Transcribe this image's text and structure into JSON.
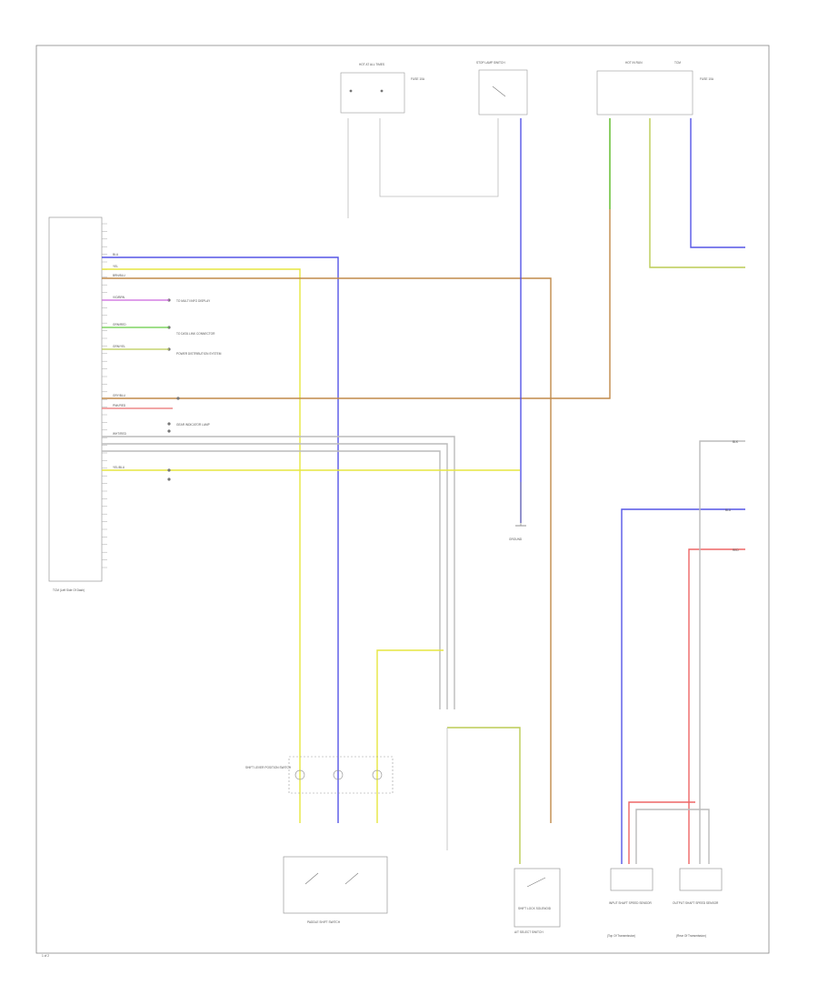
{
  "page_label": "1 of 2",
  "colors": {
    "frame": "#888888",
    "outline": "#999999",
    "blue": "#5555e6",
    "yellow": "#e6e640",
    "brown": "#c08a4a",
    "violet": "#cc66dd",
    "green": "#66cc44",
    "red": "#ee6666",
    "gray": "#bbbbbb",
    "yelgrn": "#bbcc55",
    "orange": "#f0b080",
    "pink": "#ee8888"
  },
  "labels": {
    "tcm": "TCM (Left Side Of Dash)",
    "hot_run_1": "HOT AT ALL TIMES",
    "hot_run_2": "HOT IN RUN",
    "fuse_note": "FUSE 10A",
    "tcm_fuse": "TCM",
    "brake_switch": "STOP LAMP SWITCH",
    "gear_indicator": "GEAR INDICATOR LAMP",
    "to_power_dist": "POWER DISTRIBUTION SYSTEM",
    "to_data_link": "TO DATA LINK CONNECTOR",
    "to_multi_info": "TO MULTI INFO DISPLAY",
    "ground": "GROUND",
    "shift_lever": "SHIFT LEVER POSITION SWITCH",
    "paddle_switch": "PADDLE SHIFT SWITCH",
    "shift_lock": "SHIFT LOCK SOLENOID",
    "at_select": "A/T SELECT SWITCH",
    "speed_sensor_1": "INPUT SHAFT SPEED SENSOR",
    "speed_sensor_2": "OUTPUT SHAFT SPEED SENSOR",
    "sensor_loc_1": "(Top Of Transmission)",
    "sensor_loc_2": "(Rear Of Transmission)",
    "wire_grn": "GRN/RED",
    "wire_blu": "BLU",
    "wire_yel": "YEL",
    "wire_brn": "BRN/BLU",
    "wire_vio": "VIO/BRN",
    "wire_gry": "GRY/BLU",
    "wire_pnk": "PNK/RED",
    "wire_red": "RED",
    "wire_grnyel": "GRN/YEL",
    "wire_blk": "BLK",
    "wire_wht": "WHT/RED",
    "wire_yelblu": "YEL/BLU"
  }
}
